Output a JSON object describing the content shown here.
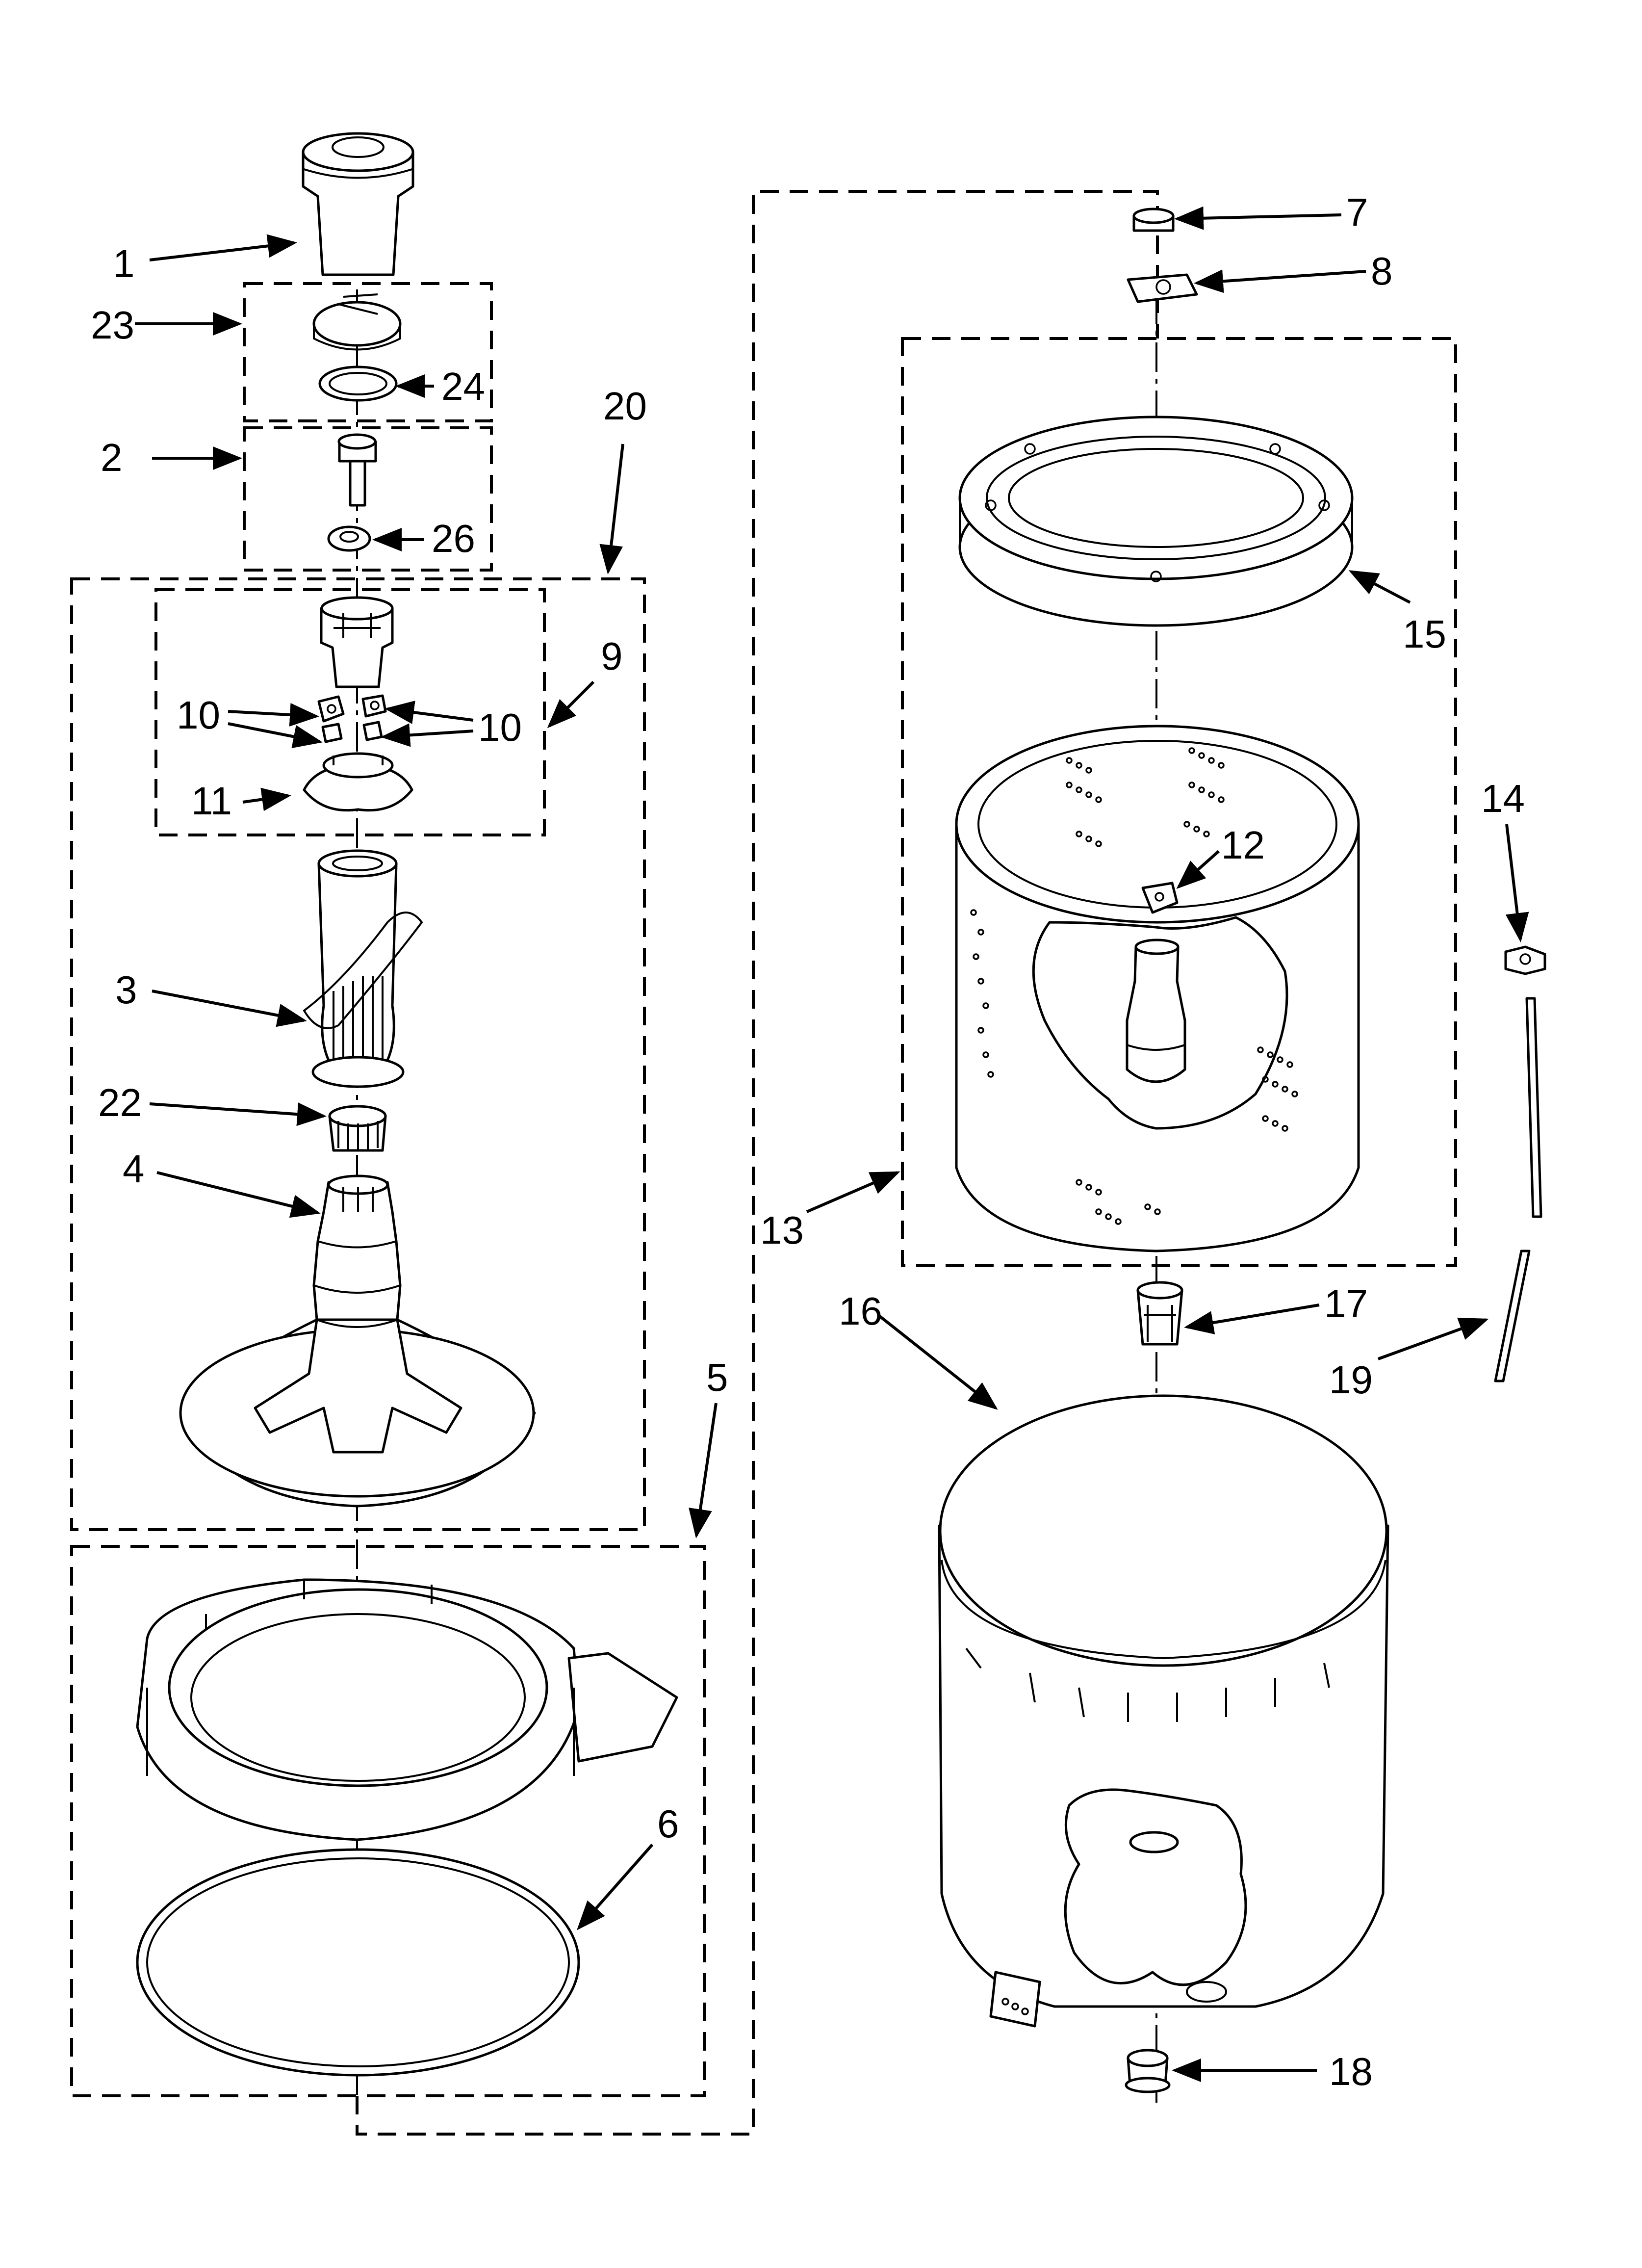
{
  "callouts": [
    {
      "id": "c1",
      "label": "1"
    },
    {
      "id": "c2",
      "label": "2"
    },
    {
      "id": "c3",
      "label": "3"
    },
    {
      "id": "c4",
      "label": "4"
    },
    {
      "id": "c5",
      "label": "5"
    },
    {
      "id": "c6",
      "label": "6"
    },
    {
      "id": "c7",
      "label": "7"
    },
    {
      "id": "c8",
      "label": "8"
    },
    {
      "id": "c9",
      "label": "9"
    },
    {
      "id": "c10a",
      "label": "10"
    },
    {
      "id": "c10b",
      "label": "10"
    },
    {
      "id": "c11",
      "label": "11"
    },
    {
      "id": "c12",
      "label": "12"
    },
    {
      "id": "c13",
      "label": "13"
    },
    {
      "id": "c14",
      "label": "14"
    },
    {
      "id": "c15",
      "label": "15"
    },
    {
      "id": "c16",
      "label": "16"
    },
    {
      "id": "c17",
      "label": "17"
    },
    {
      "id": "c18",
      "label": "18"
    },
    {
      "id": "c19",
      "label": "19"
    },
    {
      "id": "c20",
      "label": "20"
    },
    {
      "id": "c22",
      "label": "22"
    },
    {
      "id": "c23",
      "label": "23"
    },
    {
      "id": "c24",
      "label": "24"
    },
    {
      "id": "c26",
      "label": "26"
    }
  ]
}
